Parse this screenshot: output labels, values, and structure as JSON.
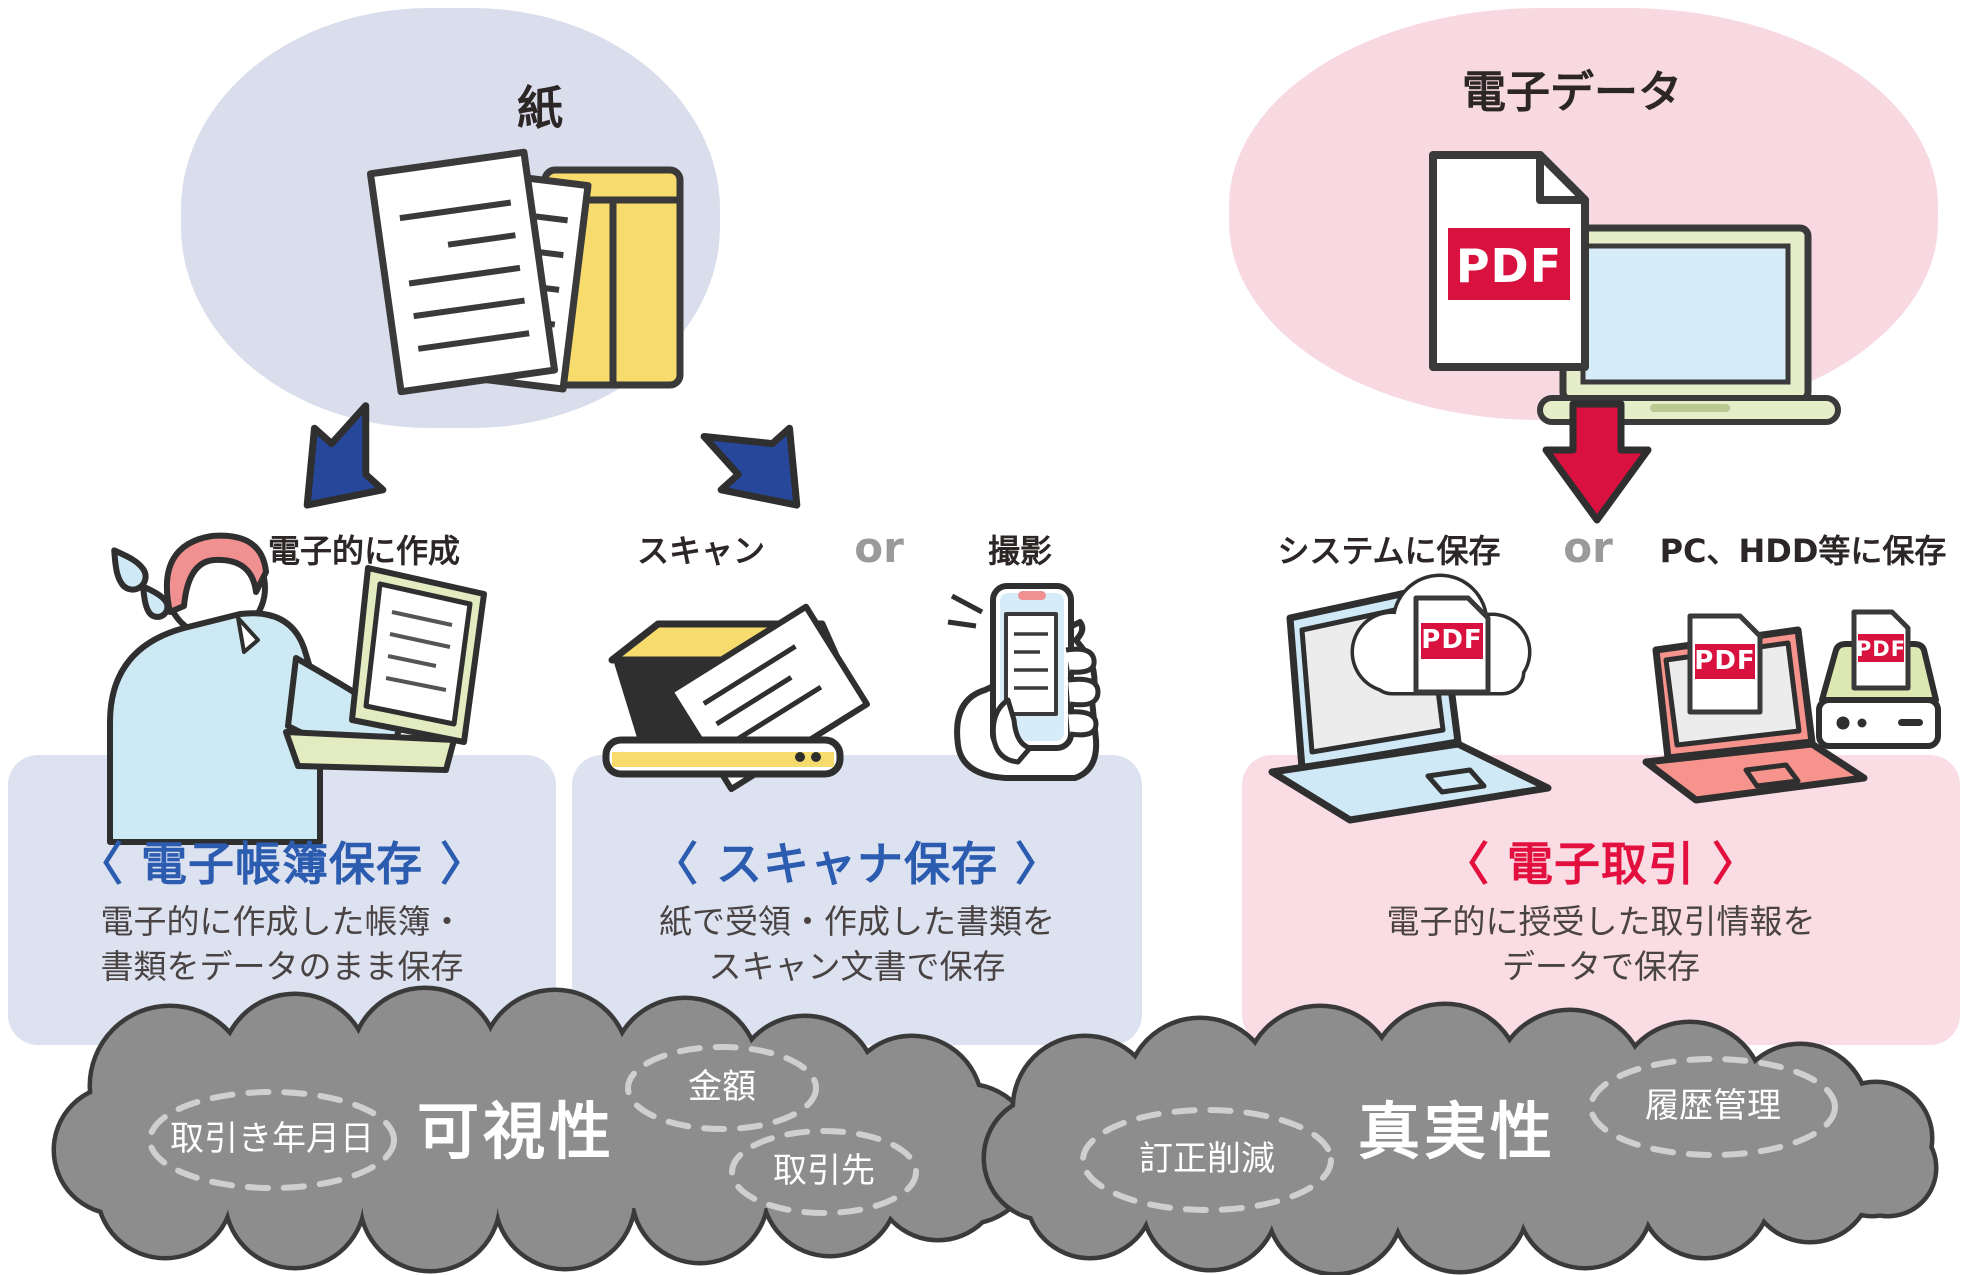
{
  "sources": {
    "paper": {
      "title": "紙"
    },
    "edata": {
      "title": "電子データ"
    }
  },
  "methods": {
    "create": "電子的に作成",
    "scan": "スキャン",
    "or_left": "or",
    "shoot": "撮影",
    "system": "システムに保存",
    "or_right": "or",
    "pc_hdd": "PC、HDD等に保存"
  },
  "boxes": [
    {
      "heading": "〈 電子帳簿保存 〉",
      "line1": "電子的に作成した帳簿・",
      "line2": "書類をデータのまま保存"
    },
    {
      "heading": "〈 スキャナ保存 〉",
      "line1": "紙で受領・作成した書類を",
      "line2": "スキャン文書で保存"
    },
    {
      "heading": "〈 電子取引 〉",
      "line1": "電子的に授受した取引情報を",
      "line2": "データで保存"
    }
  ],
  "requirements": {
    "left": {
      "title": "可視性",
      "tags": [
        "取引き年月日",
        "金額",
        "取引先"
      ]
    },
    "right": {
      "title": "真実性",
      "tags": [
        "訂正削減",
        "履歴管理"
      ]
    }
  },
  "pdf_badge": "PDF",
  "colors": {
    "paper_blob": "#d9ddec",
    "edata_blob": "#f8d9e2",
    "box_blue": "#dde2f1",
    "box_pink": "#f9dce4",
    "arrow_blue": "#27489a",
    "arrow_red": "#d8113e",
    "heading_blue": "#2b5cb0",
    "heading_red": "#e3103f",
    "cloud_gray": "#8d8d8d",
    "cloud_outline": "#3a3a3a",
    "pdf_red": "#d8113e",
    "folder_yellow": "#f7db6d",
    "or_gray": "#9a9a9a"
  }
}
